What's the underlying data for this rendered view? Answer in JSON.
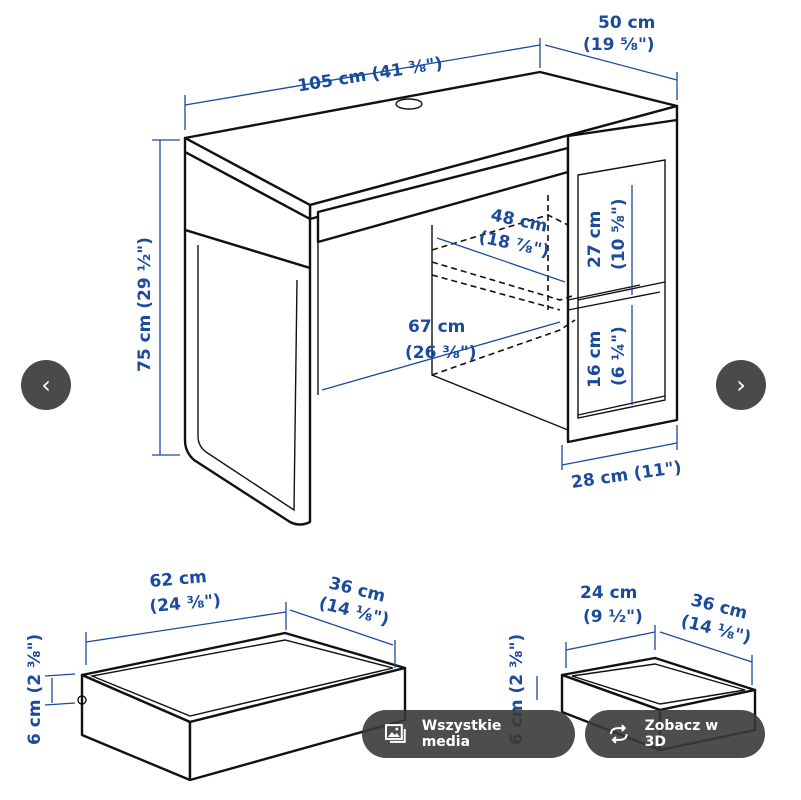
{
  "dimensions": {
    "width": "105 cm (41 ⅜\")",
    "depth_cm": "50 cm",
    "depth_in": "(19 ⅝\")",
    "height": "75 cm (29 ½\")",
    "shelf_depth_cm": "48 cm",
    "shelf_depth_in": "(18 ⅞\")",
    "leg_space_cm": "67 cm",
    "leg_space_in": "(26 ⅜\")",
    "upper_cm": "27 cm",
    "upper_in": "(10 ⅝\")",
    "lower_cm": "16 cm",
    "lower_in": "(6 ¼\")",
    "cabinet_width": "28 cm (11\")"
  },
  "large_drawer": {
    "width_cm": "62 cm",
    "width_in": "(24 ⅜\")",
    "depth_cm": "36 cm",
    "depth_in": "(14 ⅛\")",
    "height": "6 cm (2 ⅜\")"
  },
  "small_drawer": {
    "width_cm": "24 cm",
    "width_in": "(9 ½\")",
    "depth_cm": "36 cm",
    "depth_in": "(14 ⅛\")",
    "height": "6 cm (2 ⅜\")"
  },
  "controls": {
    "prev_icon": "‹",
    "next_icon": "›",
    "all_media_label": "Wszystkie media",
    "view_3d_label": "Zobacz w 3D"
  }
}
